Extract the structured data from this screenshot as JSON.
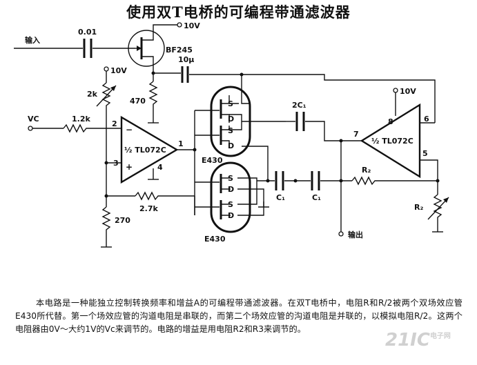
{
  "title": "使用双T电桥的可编程带通滤波器",
  "labels": {
    "input": "输入",
    "output": "输出",
    "cap_input": "0.01",
    "vcc_top": "10V",
    "fet": "BF245",
    "cap_10u": "10μ",
    "vcc_pot": "10V",
    "pot_2k": "2k",
    "r_470": "470",
    "vc": "VC",
    "r_1_2k": "1.2k",
    "r_2_7k": "2.7k",
    "r_270": "270",
    "opamp1": "½ TL072C",
    "opamp2": "½ TL072C",
    "e430_top": "E430",
    "e430_bottom": "E430",
    "cap_2c1": "2C₁",
    "cap_c1_left": "C₁",
    "cap_c1_right": "C₁",
    "r2": "R₂",
    "pot_r2": "R₂",
    "vcc_op2": "10V",
    "pin_op1_inv": "2",
    "pin_op1_noninv": "3",
    "pin_op1_out": "1",
    "pin_op1_gnd": "4",
    "pin_op2_vcc": "8",
    "pin_op2_out": "6",
    "pin_op2_in": "7",
    "pin_op2_5": "5",
    "op_minus": "−",
    "op_plus": "+",
    "fet_s": "S",
    "fet_d": "D"
  },
  "description": "本电路是一种能独立控制转换频率和增益A的可编程带通滤波器。在双T电桥中，电阻R和R/2被两个双场效应管E430所代替。第一个场效应管的沟道电阻是串联的，而第二个场效应管的沟道电阻是并联的，以模拟电阻R/2。这两个电阻器由0V～大约1V的Vc来调节的。电路的增益是用电阻R2和R3来调节的。",
  "watermark": {
    "main": "21IC",
    "sub": "电子网"
  }
}
